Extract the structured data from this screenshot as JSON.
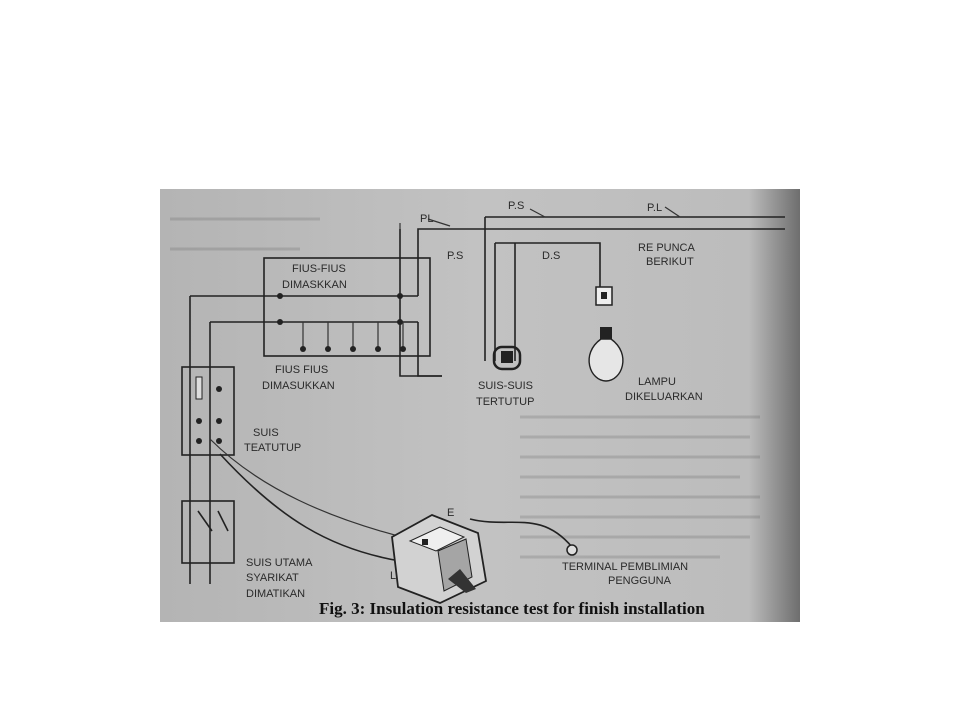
{
  "labels": {
    "pl_top": "PL",
    "ps_top": "P.S",
    "pl_right": "P.L",
    "ps_mid": "P.S",
    "ds": "D.S",
    "next_point": [
      "RE PUNCA",
      "BERIKUT"
    ],
    "fuses_inserted_box": [
      "FIUS-FIUS",
      "DIMASKKAN"
    ],
    "fuses_inserted": [
      "FIUS FIUS",
      "DIMASUKKAN"
    ],
    "switch_closed": [
      "SUIS",
      "TEATUTUP"
    ],
    "switches_closed": [
      "SUIS-SUIS",
      "TERTUTUP"
    ],
    "lamp_removed": [
      "LAMPU",
      "DIKELUARKAN"
    ],
    "main_switch_off": [
      "SUIS UTAMA",
      "SYARIKAT",
      "DIMATIKAN"
    ],
    "consumer_terminal": [
      "TERMINAL PEMBLIMIAN",
      "PENGGUNA"
    ],
    "meter_e": "E",
    "meter_l": "L"
  },
  "caption": "Fig. 3: Insulation resistance test for finish installation",
  "colors": {
    "scan_bg": "#bdbdbd",
    "ink": "#222222",
    "page_bg": "#ffffff"
  }
}
